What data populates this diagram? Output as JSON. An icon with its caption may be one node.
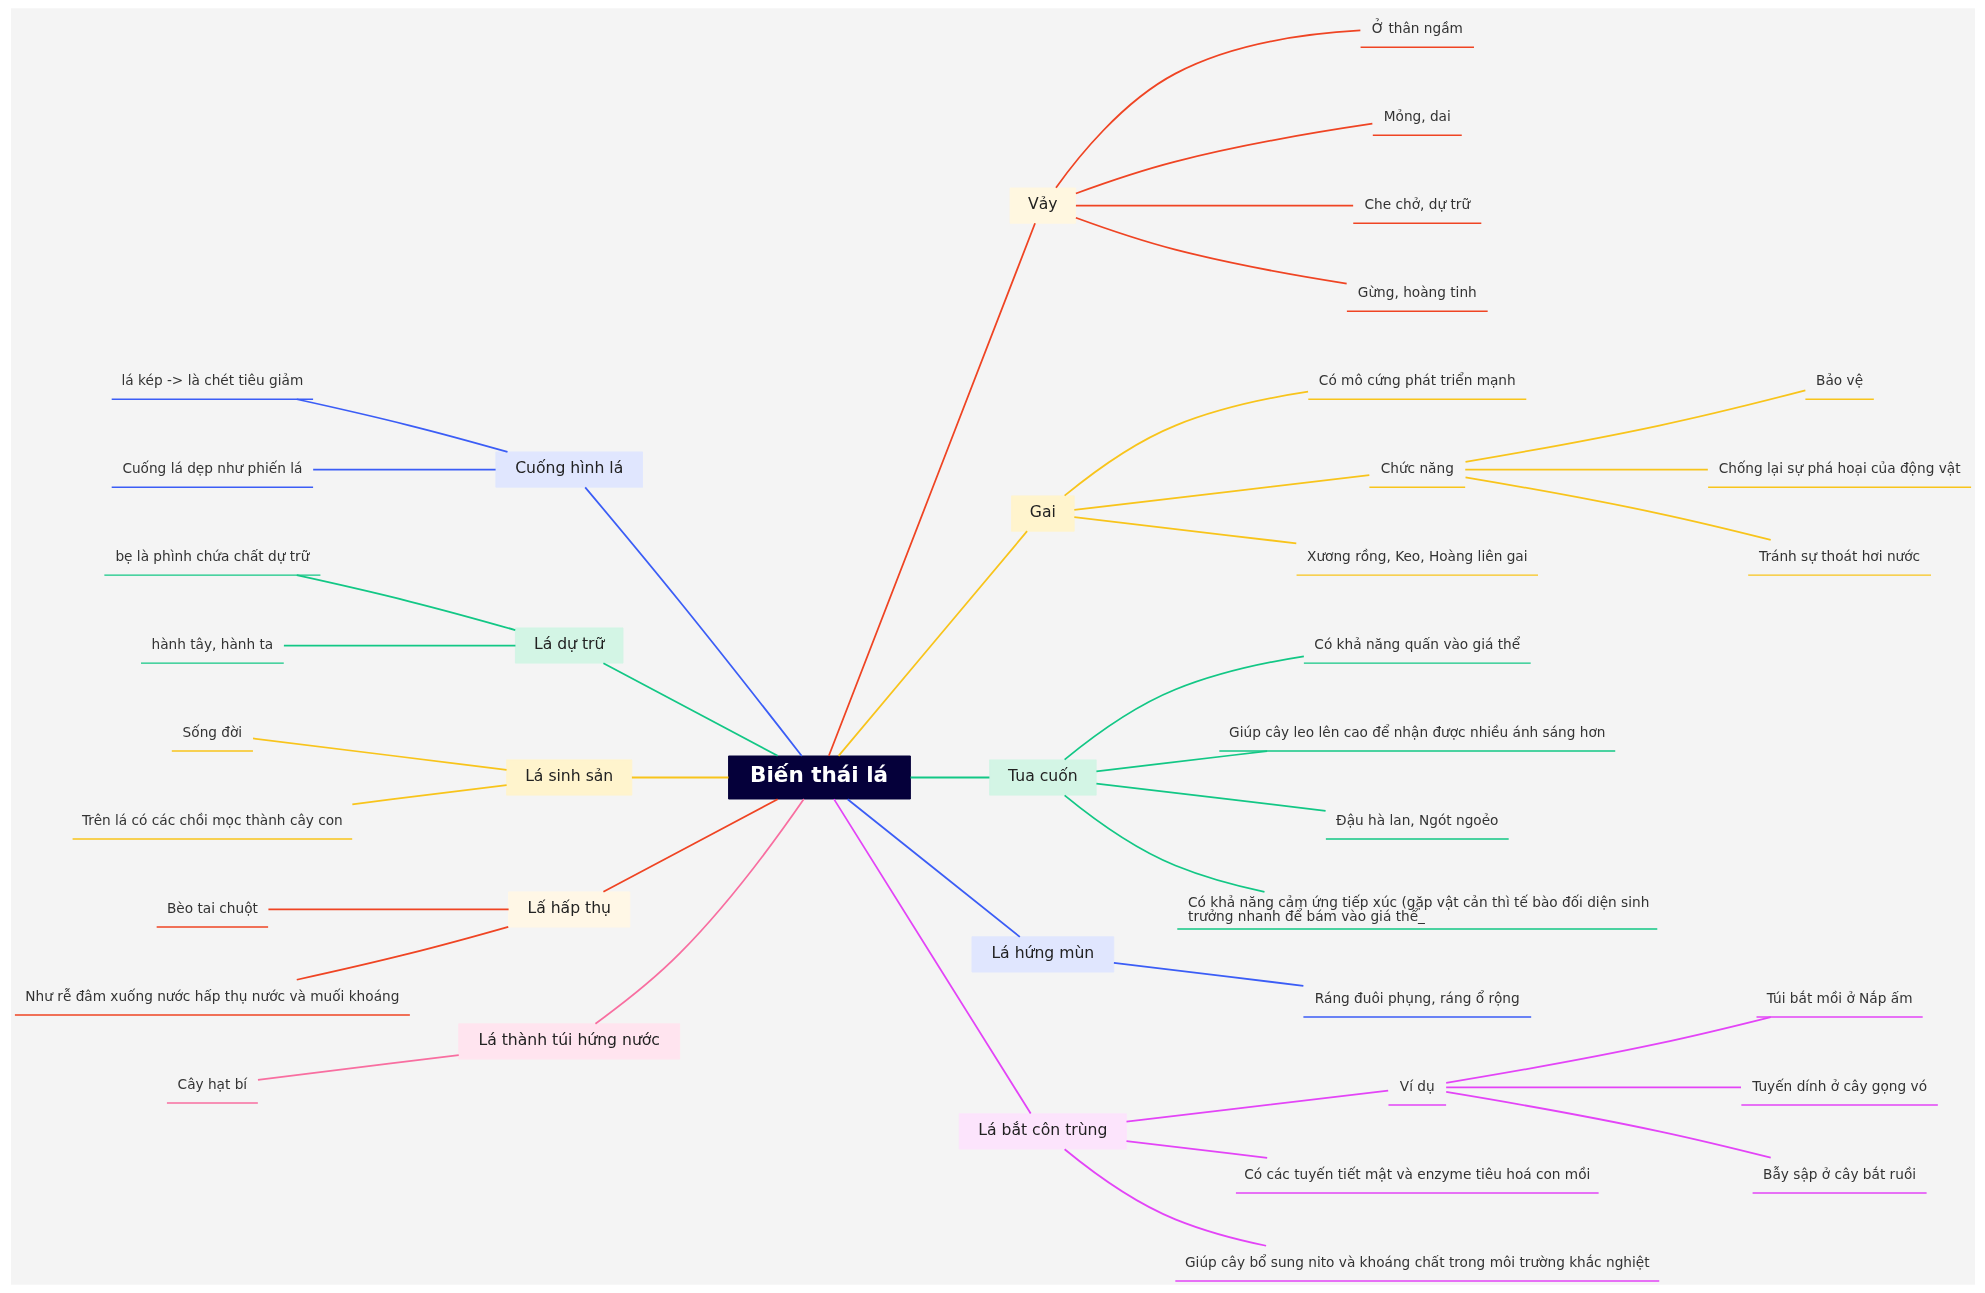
{
  "diagram": {
    "nodes": [
      {
        "text": [
          "Biến thái lá"
        ]
      },
      {
        "text": [
          "Vảy"
        ]
      },
      {
        "text": [
          "Ở thân ngầm"
        ]
      },
      {
        "text": [
          "Mỏng, dai"
        ]
      },
      {
        "text": [
          "Che chở, dự trữ"
        ]
      },
      {
        "text": [
          "Gừng, hoàng tinh"
        ]
      },
      {
        "text": [
          "Gai"
        ]
      },
      {
        "text": [
          "Có mô cứng phát triển mạnh"
        ]
      },
      {
        "text": [
          "Chức năng"
        ]
      },
      {
        "text": [
          "Bảo vệ"
        ]
      },
      {
        "text": [
          "Chống lại sự phá hoại của động vật"
        ]
      },
      {
        "text": [
          "Tránh sự thoát hơi nước"
        ]
      },
      {
        "text": [
          "Xương rồng, Keo, Hoàng liên gai"
        ]
      },
      {
        "text": [
          "Tua cuốn"
        ]
      },
      {
        "text": [
          "Có khả năng quấn vào giá thể"
        ]
      },
      {
        "text": [
          "Giúp cây leo lên cao để nhận được nhiều ánh sáng hơn"
        ]
      },
      {
        "text": [
          "Đậu hà lan, Ngót ngoẻo"
        ]
      },
      {
        "text": [
          "Có khả năng cảm ứng tiếp xúc (gặp vật cản thì tế bào đối diện sinh trưởng nhanh để bám vào giá thể_"
        ]
      },
      {
        "text": [
          "Lá hứng mùn"
        ]
      },
      {
        "text": [
          "Ráng đuôi phụng, ráng ổ rộng"
        ]
      },
      {
        "text": [
          "Lá bắt côn trùng"
        ]
      },
      {
        "text": [
          "Ví dụ"
        ]
      },
      {
        "text": [
          "Túi bắt mồi ở Nắp ấm"
        ]
      },
      {
        "text": [
          "Tuyến dính ở cây gọng vó"
        ]
      },
      {
        "text": [
          "Bẫy sập ở cây bắt ruồi"
        ]
      },
      {
        "text": [
          "Có các tuyến tiết mật và enzyme tiêu hoá con mồi"
        ]
      },
      {
        "text": [
          "Giúp cây bổ sung nito và khoáng chất trong môi trường khắc nghiệt"
        ]
      },
      {
        "text": [
          "Cuống hình lá"
        ]
      },
      {
        "text": [
          "lá kép -> là chét tiêu giảm"
        ]
      },
      {
        "text": [
          "Cuống lá dẹp như phiến lá"
        ]
      },
      {
        "text": [
          "Lá dự trữ"
        ]
      },
      {
        "text": [
          "bẹ là phình chứa chất dự trữ"
        ]
      },
      {
        "text": [
          "hành tây, hành ta"
        ]
      },
      {
        "text": [
          "Lá sinh sản"
        ]
      },
      {
        "text": [
          "Sống đời"
        ]
      },
      {
        "text": [
          "Trên lá có các chồi mọc thành cây con"
        ]
      },
      {
        "text": [
          "Lấ hấp thụ"
        ]
      },
      {
        "text": [
          "Bèo tai chuột"
        ]
      },
      {
        "text": [
          "Như rễ đâm xuống nước hấp thụ nước và muối khoáng"
        ]
      },
      {
        "text": [
          "Lá thành túi hứng nước"
        ]
      },
      {
        "text": [
          "Cây hạt bí"
        ]
      }
    ],
    "edges": [
      {
        "from": 0,
        "to": 1,
        "arrow": "none",
        "color": "#ef4423"
      },
      {
        "from": 1,
        "to": 2,
        "arrow": "none",
        "color": "#ef4423"
      },
      {
        "from": 1,
        "to": 3,
        "arrow": "none",
        "color": "#ef4423"
      },
      {
        "from": 1,
        "to": 4,
        "arrow": "none",
        "color": "#ef4423"
      },
      {
        "from": 1,
        "to": 5,
        "arrow": "none",
        "color": "#ef4423"
      },
      {
        "from": 0,
        "to": 6,
        "arrow": "none",
        "color": "#f8c41b"
      },
      {
        "from": 6,
        "to": 7,
        "arrow": "none",
        "color": "#f8c41b"
      },
      {
        "from": 6,
        "to": 8,
        "arrow": "none",
        "color": "#f8c41b"
      },
      {
        "from": 8,
        "to": 9,
        "arrow": "none",
        "color": "#f8c41b"
      },
      {
        "from": 8,
        "to": 10,
        "arrow": "none",
        "color": "#f8c41b"
      },
      {
        "from": 8,
        "to": 11,
        "arrow": "none",
        "color": "#f8c41b"
      },
      {
        "from": 6,
        "to": 12,
        "arrow": "none",
        "color": "#f8c41b"
      },
      {
        "from": 0,
        "to": 13,
        "arrow": "none",
        "color": "#12c785"
      },
      {
        "from": 13,
        "to": 14,
        "arrow": "none",
        "color": "#12c785"
      },
      {
        "from": 13,
        "to": 15,
        "arrow": "none",
        "color": "#12c785"
      },
      {
        "from": 13,
        "to": 16,
        "arrow": "none",
        "color": "#12c785"
      },
      {
        "from": 13,
        "to": 17,
        "arrow": "none",
        "color": "#12c785"
      },
      {
        "from": 0,
        "to": 18,
        "arrow": "none",
        "color": "#3b5df6"
      },
      {
        "from": 18,
        "to": 19,
        "arrow": "none",
        "color": "#3b5df6"
      },
      {
        "from": 0,
        "to": 20,
        "arrow": "none",
        "color": "#e344f7"
      },
      {
        "from": 20,
        "to": 21,
        "arrow": "none",
        "color": "#e344f7"
      },
      {
        "from": 21,
        "to": 22,
        "arrow": "none",
        "color": "#e344f7"
      },
      {
        "from": 21,
        "to": 23,
        "arrow": "none",
        "color": "#e344f7"
      },
      {
        "from": 21,
        "to": 24,
        "arrow": "none",
        "color": "#e344f7"
      },
      {
        "from": 20,
        "to": 25,
        "arrow": "none",
        "color": "#e344f7"
      },
      {
        "from": 20,
        "to": 26,
        "arrow": "none",
        "color": "#e344f7"
      },
      {
        "from": 28,
        "to": 27,
        "arrow": "none",
        "color": "#3b5df6"
      },
      {
        "from": 29,
        "to": 27,
        "arrow": "none",
        "color": "#3b5df6"
      },
      {
        "from": 27,
        "to": 0,
        "arrow": "none",
        "color": "#3b5df6"
      },
      {
        "from": 31,
        "to": 30,
        "arrow": "none",
        "color": "#12c785"
      },
      {
        "from": 32,
        "to": 30,
        "arrow": "none",
        "color": "#12c785"
      },
      {
        "from": 30,
        "to": 0,
        "arrow": "none",
        "color": "#12c785"
      },
      {
        "from": 34,
        "to": 33,
        "arrow": "none",
        "color": "#f8c41b"
      },
      {
        "from": 35,
        "to": 33,
        "arrow": "none",
        "color": "#f8c41b"
      },
      {
        "from": 33,
        "to": 0,
        "arrow": "none",
        "color": "#f8c41b"
      },
      {
        "from": 37,
        "to": 36,
        "arrow": "none",
        "color": "#ef4423"
      },
      {
        "from": 38,
        "to": 36,
        "arrow": "none",
        "color": "#ef4423"
      },
      {
        "from": 36,
        "to": 0,
        "arrow": "none",
        "color": "#ef4423"
      },
      {
        "from": 40,
        "to": 39,
        "arrow": "none",
        "color": "#f86ea0"
      },
      {
        "from": 39,
        "to": 0,
        "arrow": "none",
        "color": "#f86ea0"
      }
    ]
  }
}
